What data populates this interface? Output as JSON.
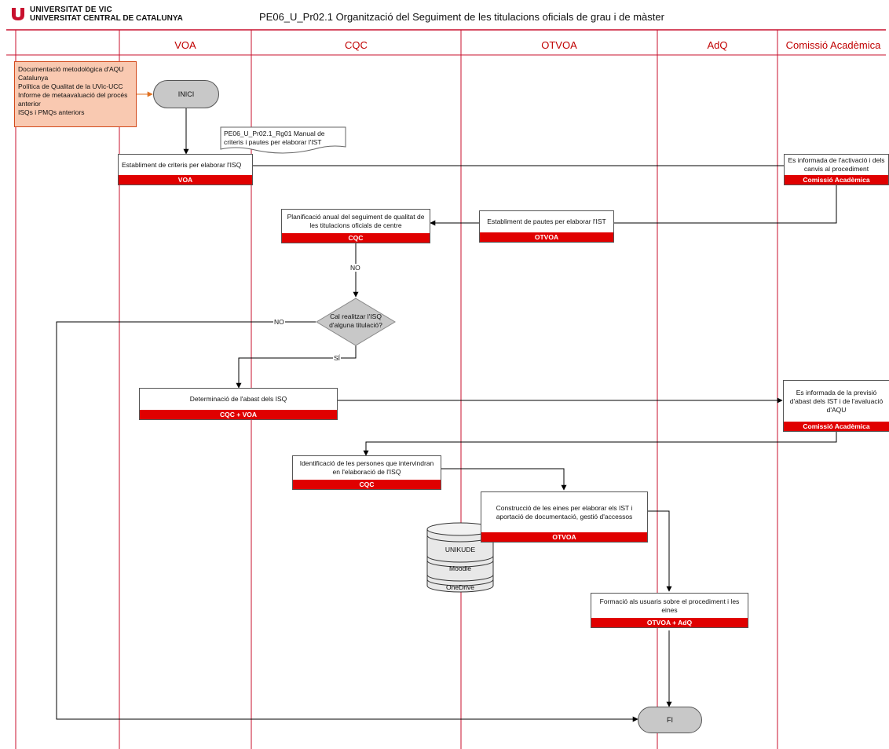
{
  "header": {
    "university_line1": "UNIVERSITAT DE VIC",
    "university_line2": "UNIVERSITAT CENTRAL DE CATALUNYA",
    "title": "PE06_U_Pr02.1 Organització del Seguiment de les titulacions oficials de grau i de màster",
    "brand_color": "#c8102e"
  },
  "lanes": [
    "VOA",
    "CQC",
    "OTVOA",
    "AdQ",
    "Comissió Acadèmica"
  ],
  "inputs": {
    "lines": [
      "Documentació metodològica d'AQU Catalunya",
      "Política de Qualitat de la UVic-UCC",
      "Informe de metaavaluació del procés anterior",
      "ISQs i PMQs anteriors"
    ]
  },
  "document": {
    "text": "PE06_U_Pr02.1_Rg01 Manual de criteris i pautes per elaborar l'IST"
  },
  "terminals": {
    "start": "INICI",
    "end": "FI"
  },
  "steps": {
    "criteris": {
      "text": "Establiment de criteris per elaborar l'ISQ",
      "role": "VOA"
    },
    "ca_activacio": {
      "text": "Es informada de l'activació i dels canvis al procediment",
      "role": "Comissió Acadèmica"
    },
    "pautes": {
      "text": "Establiment de pautes per elaborar l'IST",
      "role": "OTVOA"
    },
    "planificacio": {
      "text": "Planificació anual del seguiment de qualitat de les titulacions oficials de centre",
      "role": "CQC"
    },
    "determinacio": {
      "text": "Determinació de l'abast dels ISQ",
      "role": "CQC + VOA"
    },
    "ca_previsio": {
      "text": "Es informada de la previsió d'abast dels IST i de l'avaluació d'AQU",
      "role": "Comissió Acadèmica"
    },
    "identificacio": {
      "text": "Identificació de les persones que intervindran en l'elaboració de l'ISQ",
      "role": "CQC"
    },
    "construccio": {
      "text": "Construcció de les eines per elaborar els IST i aportació de documentació, gestió d'accessos",
      "role": "OTVOA"
    },
    "formacio": {
      "text": "Formació als usuaris sobre el procediment i les eines",
      "role": "OTVOA + AdQ"
    }
  },
  "decision": {
    "text": "Cal realitzar l'ISQ d'alguna titulació?"
  },
  "edge_labels": {
    "no_top": "NO",
    "no_left": "NO",
    "si": "SÍ"
  },
  "database": {
    "items": [
      "UNIKUDE",
      "Moodle",
      "OneDrive"
    ]
  }
}
